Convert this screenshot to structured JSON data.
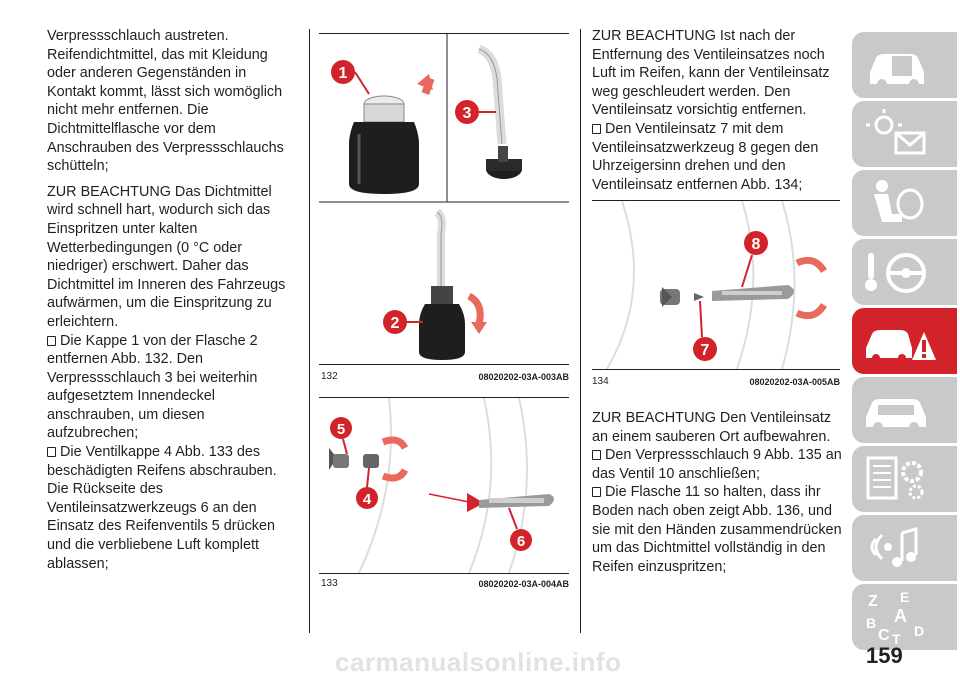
{
  "col1": {
    "p1": "Verpressschlauch austreten. Reifendichtmittel, das mit Kleidung oder anderen Gegenständen in Kontakt kommt, lässt sich womöglich nicht mehr entfernen. Die Dichtmittelflasche vor dem Anschrauben des Verpressschlauchs schütteln;",
    "p2": "ZUR BEACHTUNG Das Dichtmittel wird schnell hart, wodurch sich das Einspritzen unter kalten Wetterbedingungen (0 °C oder niedriger) erschwert. Daher das Dichtmittel im Inneren des Fahrzeugs aufwärmen, um die Einspritzung zu erleichtern.",
    "step1": "Die Kappe 1 von der Flasche 2 entfernen Abb. 132. Den Verpressschlauch 3 bei weiterhin aufgesetztem Innendeckel anschrauben, um diesen aufzubrechen;",
    "step2": "Die Ventilkappe 4 Abb. 133 des beschädigten Reifens abschrauben. Die Rückseite des Ventileinsatzwerkzeugs 6 an den Einsatz des Reifenventils 5 drücken und die verbliebene Luft komplett ablassen;"
  },
  "col3": {
    "p1": "ZUR BEACHTUNG Ist nach der Entfernung des Ventileinsatzes noch Luft im Reifen, kann der Ventileinsatz weg geschleudert werden. Den Ventileinsatz vorsichtig entfernen.",
    "step1": "Den Ventileinsatz 7 mit dem Ventileinsatzwerkzeug 8 gegen den Uhrzeigersinn drehen und den Ventileinsatz entfernen Abb. 134;",
    "p2": "ZUR BEACHTUNG Den Ventileinsatz an einem sauberen Ort aufbewahren.",
    "step2": "Den Verpressschlauch 9 Abb. 135 an das Ventil 10 anschließen;",
    "step3": "Die Flasche 11 so halten, dass ihr Boden nach oben zeigt Abb. 136, und sie mit den Händen zusammendrücken um das Dichtmittel vollständig in den Reifen einzuspritzen;"
  },
  "figures": {
    "f132": {
      "num": "132",
      "code": "08020202-03A-003AB",
      "labels": [
        "1",
        "3",
        "2"
      ]
    },
    "f133": {
      "num": "133",
      "code": "08020202-03A-004AB",
      "labels": [
        "5",
        "4",
        "6"
      ]
    },
    "f134": {
      "num": "134",
      "code": "08020202-03A-005AB",
      "labels": [
        "8",
        "7"
      ]
    }
  },
  "colors": {
    "accent": "#d2232a",
    "tab": "#c9c9c9",
    "text": "#231f20"
  },
  "side_tabs": [
    {
      "icon": "car-dashboard-icon",
      "active": false
    },
    {
      "icon": "warning-lights-icon",
      "active": false
    },
    {
      "icon": "seat-airbag-icon",
      "active": false
    },
    {
      "icon": "steering-wheel-icon",
      "active": false
    },
    {
      "icon": "emergency-car-icon",
      "active": true
    },
    {
      "icon": "car-service-icon",
      "active": false
    },
    {
      "icon": "technical-data-icon",
      "active": false
    },
    {
      "icon": "multimedia-icon",
      "active": false
    },
    {
      "icon": "alphabetical-index-icon",
      "active": false
    }
  ],
  "tab_letters": [
    "Z",
    "E",
    "A",
    "B",
    "C",
    "D",
    "T"
  ],
  "page_number": "159",
  "watermark": "carmanualsonline.info"
}
